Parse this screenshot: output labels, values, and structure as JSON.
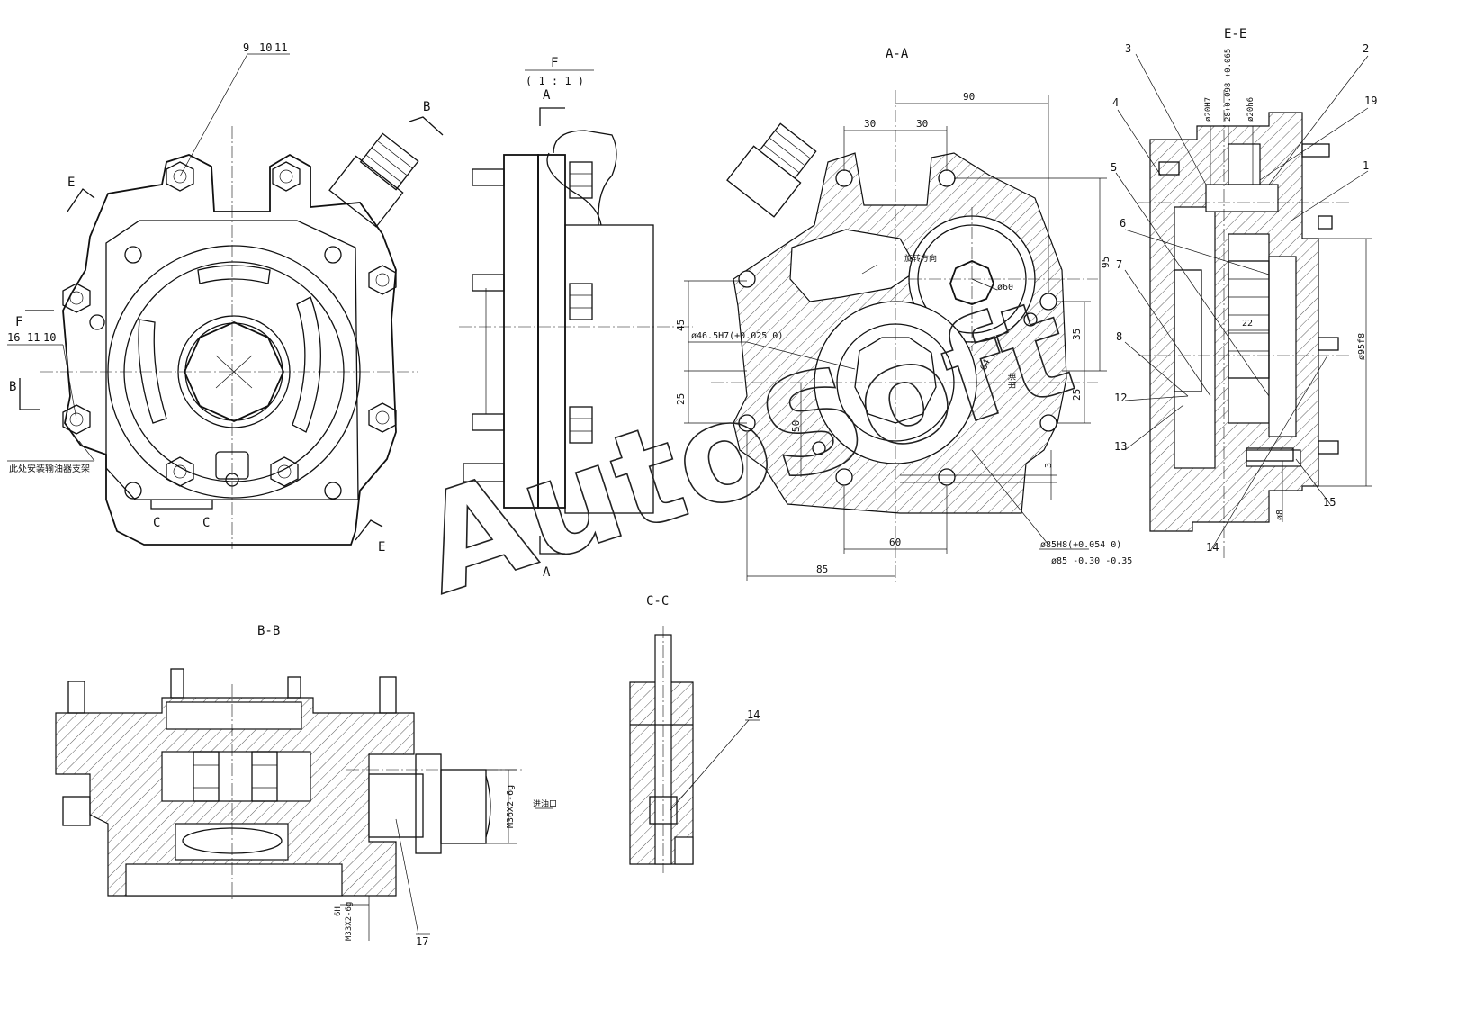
{
  "views": {
    "aa_title": "A-A",
    "ee_title": "E-E",
    "bb_title": "B-B",
    "cc_title": "C-C",
    "f_title": "F",
    "f_scale": "( 1 : 1 )"
  },
  "section_markers": {
    "a": "A",
    "b": "B",
    "c": "C",
    "e": "E",
    "f": "F"
  },
  "main_view_balloons": {
    "top_group": [
      "9",
      "10",
      "11"
    ],
    "left_group": [
      "16",
      "11",
      "10"
    ],
    "note": "此处安装输油器支架"
  },
  "aa_dimensions": {
    "d90": "90",
    "d30a": "30",
    "d30b": "30",
    "d95": "95",
    "d45": "45",
    "d25a": "25",
    "d35": "35",
    "d25b": "25",
    "d50": "50",
    "d3": "3",
    "d60": "60",
    "d85": "85",
    "bore_small": "ø46.5H7(+0.025 0)",
    "bore_large": "ø85H8(+0.054 0)",
    "shaft_large": "ø85 -0.30 -0.35",
    "gear_dia": "ø60",
    "rotation_note": "旋转方向",
    "outlet_note": "出油",
    "g_thread": "G4"
  },
  "ee_dimensions": {
    "d_top1": "ø20H7",
    "d_top2": "28+0.098 +0.065",
    "d_top3": "ø20h6",
    "d22": "22",
    "d95f8": "ø95f8",
    "d8": "ø8"
  },
  "ee_balloons": [
    "3",
    "2",
    "4",
    "19",
    "5",
    "1",
    "6",
    "7",
    "8",
    "12",
    "13",
    "15",
    "14"
  ],
  "bb_labels": {
    "thread_outlet": "M36X2-6g",
    "thread_inlet_top": "6H",
    "thread_inlet": "M33X2-6g",
    "inlet_note": "进油口",
    "balloon": "17"
  },
  "cc_labels": {
    "balloon": "14"
  },
  "watermark": "AutoSoft"
}
